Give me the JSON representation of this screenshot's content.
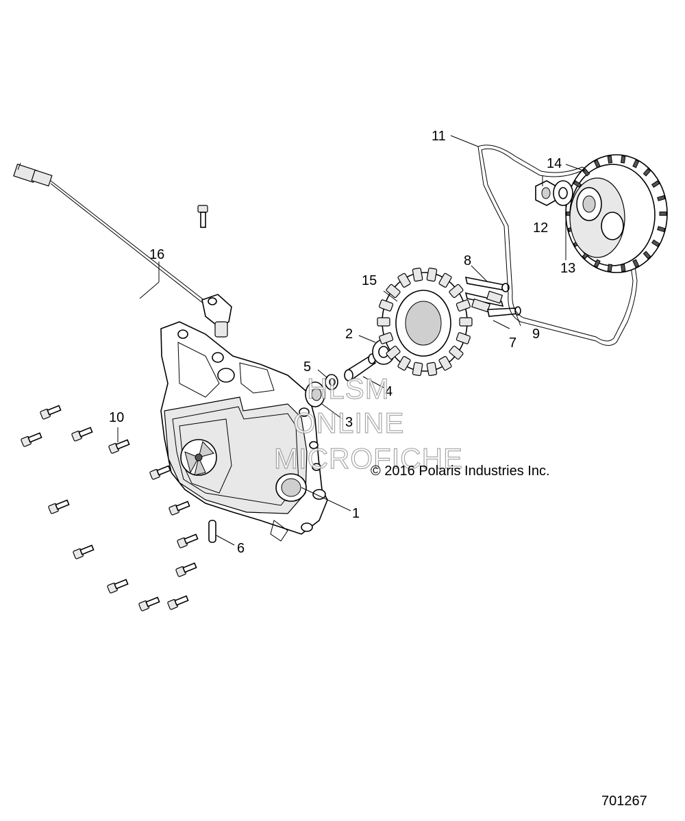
{
  "callouts": {
    "c1": "1",
    "c2": "2",
    "c3": "3",
    "c4": "4",
    "c5": "5",
    "c6": "6",
    "c7": "7",
    "c8": "8",
    "c9": "9",
    "c10": "10",
    "c11": "11",
    "c12": "12",
    "c13": "13",
    "c14": "14",
    "c15": "15",
    "c16": "16"
  },
  "copyright": "© 2016 Polaris Industries Inc.",
  "watermark": {
    "line1": "HLSM",
    "line2": "ONLINE",
    "line3": "MICROFICHE"
  },
  "diagram_number": "701267"
}
